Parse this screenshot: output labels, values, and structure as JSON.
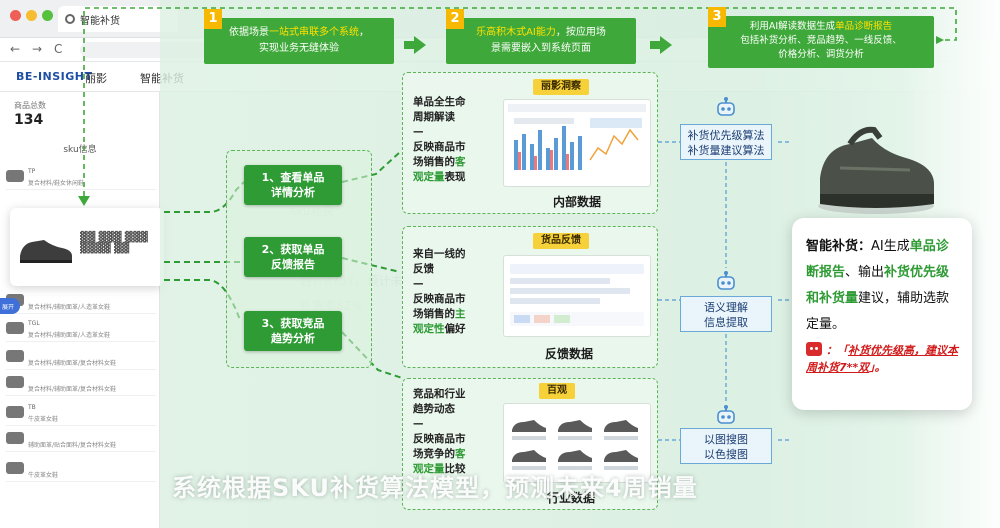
{
  "browser": {
    "tab_title": "智能补货",
    "nav_back": "←",
    "nav_forward": "→",
    "nav_reload": "C"
  },
  "app": {
    "brand": "BE-INSIGHT",
    "brand_sub": "丽影",
    "brand_page": "智能补货",
    "stat_label": "商品总数",
    "stat_value": "134",
    "sku_label": "sku信息",
    "unfold_label": "展开",
    "sidebar_items": [
      {
        "code": "TP",
        "desc": "复合材料/鞋女休闲鞋"
      },
      {
        "code": "T",
        "desc": ""
      },
      {
        "code": "",
        "desc": "复合材料/辅助面革/人造革女鞋"
      },
      {
        "code": "TGL",
        "desc": "复合材料/辅助面革/人造革女鞋"
      },
      {
        "code": "",
        "desc": "复合材料/辅助面革/复合材料女鞋"
      },
      {
        "code": "",
        "desc": "复合材料/辅助面革/复合材料女鞋"
      },
      {
        "code": "TB",
        "desc": "牛皮革女鞋"
      },
      {
        "code": "",
        "desc": "辅助面革/贴合面料/复合材料女鞋"
      },
      {
        "code": "",
        "desc": "牛皮革女鞋"
      }
    ]
  },
  "steps": [
    {
      "num": "1",
      "line1_pre": "依据场景",
      "line1_hl": "一站式串联多个系统",
      "line1_post": "，",
      "line2": "实现业务无缝体验"
    },
    {
      "num": "2",
      "line1_pre": "",
      "line1_hl": "乐高积木式AI能力",
      "line1_post": "，按应用场",
      "line2": "景需要嵌入到系统页面"
    },
    {
      "num": "3",
      "line1_pre": "利用AI解读数据生成",
      "line1_hl": "单品诊断报告",
      "line1_post": "",
      "line2": "包括补货分析、竞品趋势、一线反馈、",
      "line3": "价格分析、调货分析"
    }
  ],
  "actions": [
    {
      "line1": "1、查看单品",
      "line2": "详情分析"
    },
    {
      "line1": "2、获取单品",
      "line2": "反馈报告"
    },
    {
      "line1": "3、获取竞品",
      "line2": "趋势分析"
    }
  ],
  "panels": [
    {
      "tag": "丽影洞察",
      "desc_1": "单品全生命",
      "desc_2": "周期解读",
      "dash": "—",
      "desc_3": "反映商品市",
      "desc_4": "场销售的",
      "desc_hl_1": "客",
      "desc_hl_2": "观定量",
      "desc_5": "表现",
      "label": "内部数据"
    },
    {
      "tag": "货品反馈",
      "desc_1": "来自一线的",
      "desc_2": "反馈",
      "dash": "—",
      "desc_3": "反映商品市",
      "desc_4": "场销售的",
      "desc_hl_1": "主",
      "desc_hl_2": "观定性",
      "desc_5": "偏好",
      "label": "反馈数据"
    },
    {
      "tag": "百观",
      "desc_1": "竞品和行业",
      "desc_2": "趋势动态",
      "dash": "—",
      "desc_3": "反映商品市",
      "desc_4": "场竞争的",
      "desc_hl_1": "客",
      "desc_hl_2": "观定量",
      "desc_5": "比较",
      "label": "行业数据"
    }
  ],
  "algorithms": [
    {
      "line1": "补货优先级算法",
      "line2": "补货量建议算法"
    },
    {
      "line1": "语义理解",
      "line2": "信息提取"
    },
    {
      "line1": "以图搜图",
      "line2": "以色搜图"
    }
  ],
  "result": {
    "p1": "智能补货：",
    "p2": "AI生成",
    "hl1": "单品诊断报告",
    "p3": "、输出",
    "hl2": "补货优先级和补货量",
    "p4": "建议，辅助选款定量。",
    "quote_open": "：「",
    "quote": "补货优先级高，建议本周补货7**双",
    "quote_close": "」。"
  },
  "caption": "系统根据SKU补货算法模型，预测未来4周销量",
  "colors": {
    "green": "#3fa83a",
    "dark_green": "#2f9b35",
    "yellow": "#f6b800",
    "tag_yellow": "#f6d13a",
    "blue": "#6aa8d8",
    "red": "#d11a1a"
  }
}
